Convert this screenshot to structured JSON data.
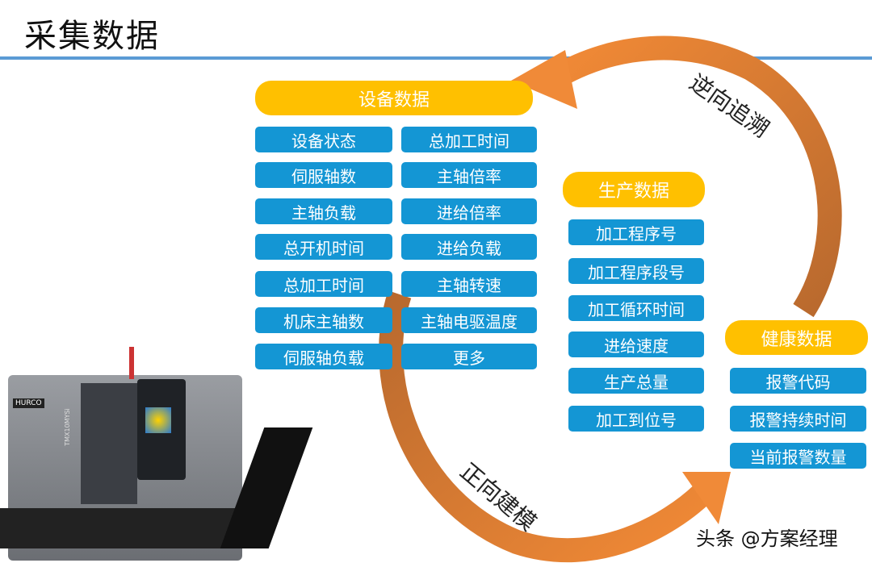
{
  "title": "采集数据",
  "equipment": {
    "label": "设备数据",
    "col1": [
      "设备状态",
      "伺服轴数",
      "主轴负载",
      "总开机时间",
      "总加工时间",
      "机床主轴数",
      "伺服轴负载"
    ],
    "col2": [
      "总加工时间",
      "主轴倍率",
      "进给倍率",
      "进给负载",
      "主轴转速",
      "主轴电驱温度",
      "更多"
    ]
  },
  "production": {
    "label": "生产数据",
    "items": [
      "加工程序号",
      "加工程序段号",
      "加工循环时间",
      "进给速度",
      "生产总量",
      "加工到位号"
    ]
  },
  "health": {
    "label": "健康数据",
    "items": [
      "报警代码",
      "报警持续时间",
      "当前报警数量"
    ]
  },
  "arrows": {
    "reverse": "逆向追溯",
    "forward": "正向建模"
  },
  "machine": {
    "brand": "HURCO",
    "model": "TMX10MYSi"
  },
  "watermark": "头条 @方案经理",
  "colors": {
    "pill": "#FFC000",
    "box": "#1496D4",
    "arrow": "#EE8A3C",
    "rule": "#5B9BD5"
  }
}
